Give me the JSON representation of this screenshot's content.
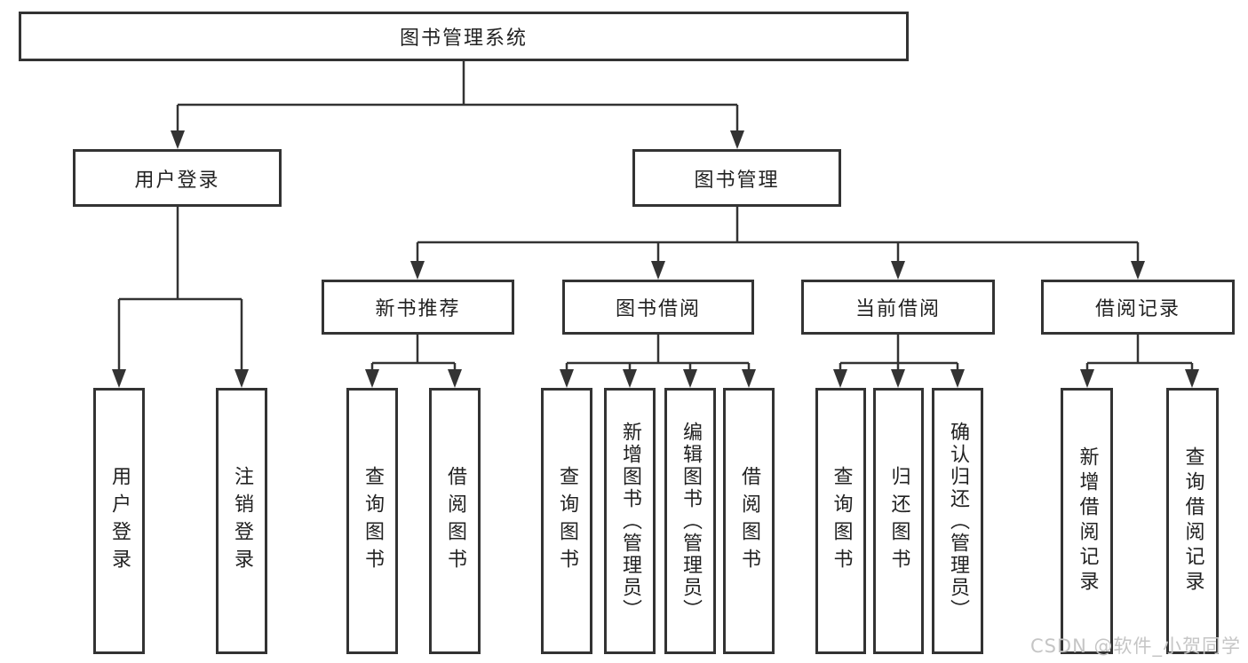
{
  "tree": {
    "label": "图书管理系统",
    "children": [
      {
        "label": "用户登录",
        "children": [
          {
            "label": "用户登录"
          },
          {
            "label": "注销登录"
          }
        ]
      },
      {
        "label": "图书管理",
        "children": [
          {
            "label": "新书推荐",
            "children": [
              {
                "label": "查询图书"
              },
              {
                "label": "借阅图书"
              }
            ]
          },
          {
            "label": "图书借阅",
            "children": [
              {
                "label": "查询图书"
              },
              {
                "label": "新增图书（管理员）"
              },
              {
                "label": "编辑图书（管理员）"
              },
              {
                "label": "借阅图书"
              }
            ]
          },
          {
            "label": "当前借阅",
            "children": [
              {
                "label": "查询图书"
              },
              {
                "label": "归还图书"
              },
              {
                "label": "确认归还（管理员）"
              }
            ]
          },
          {
            "label": "借阅记录",
            "children": [
              {
                "label": "新增借阅记录"
              },
              {
                "label": "查询借阅记录"
              }
            ]
          }
        ]
      }
    ]
  },
  "watermark": "CSDN @软件_小贺同学",
  "colors": {
    "line": "#333333",
    "border": "#333333",
    "text": "#222222",
    "watermark": "#c5c5c5",
    "background": "#ffffff"
  }
}
